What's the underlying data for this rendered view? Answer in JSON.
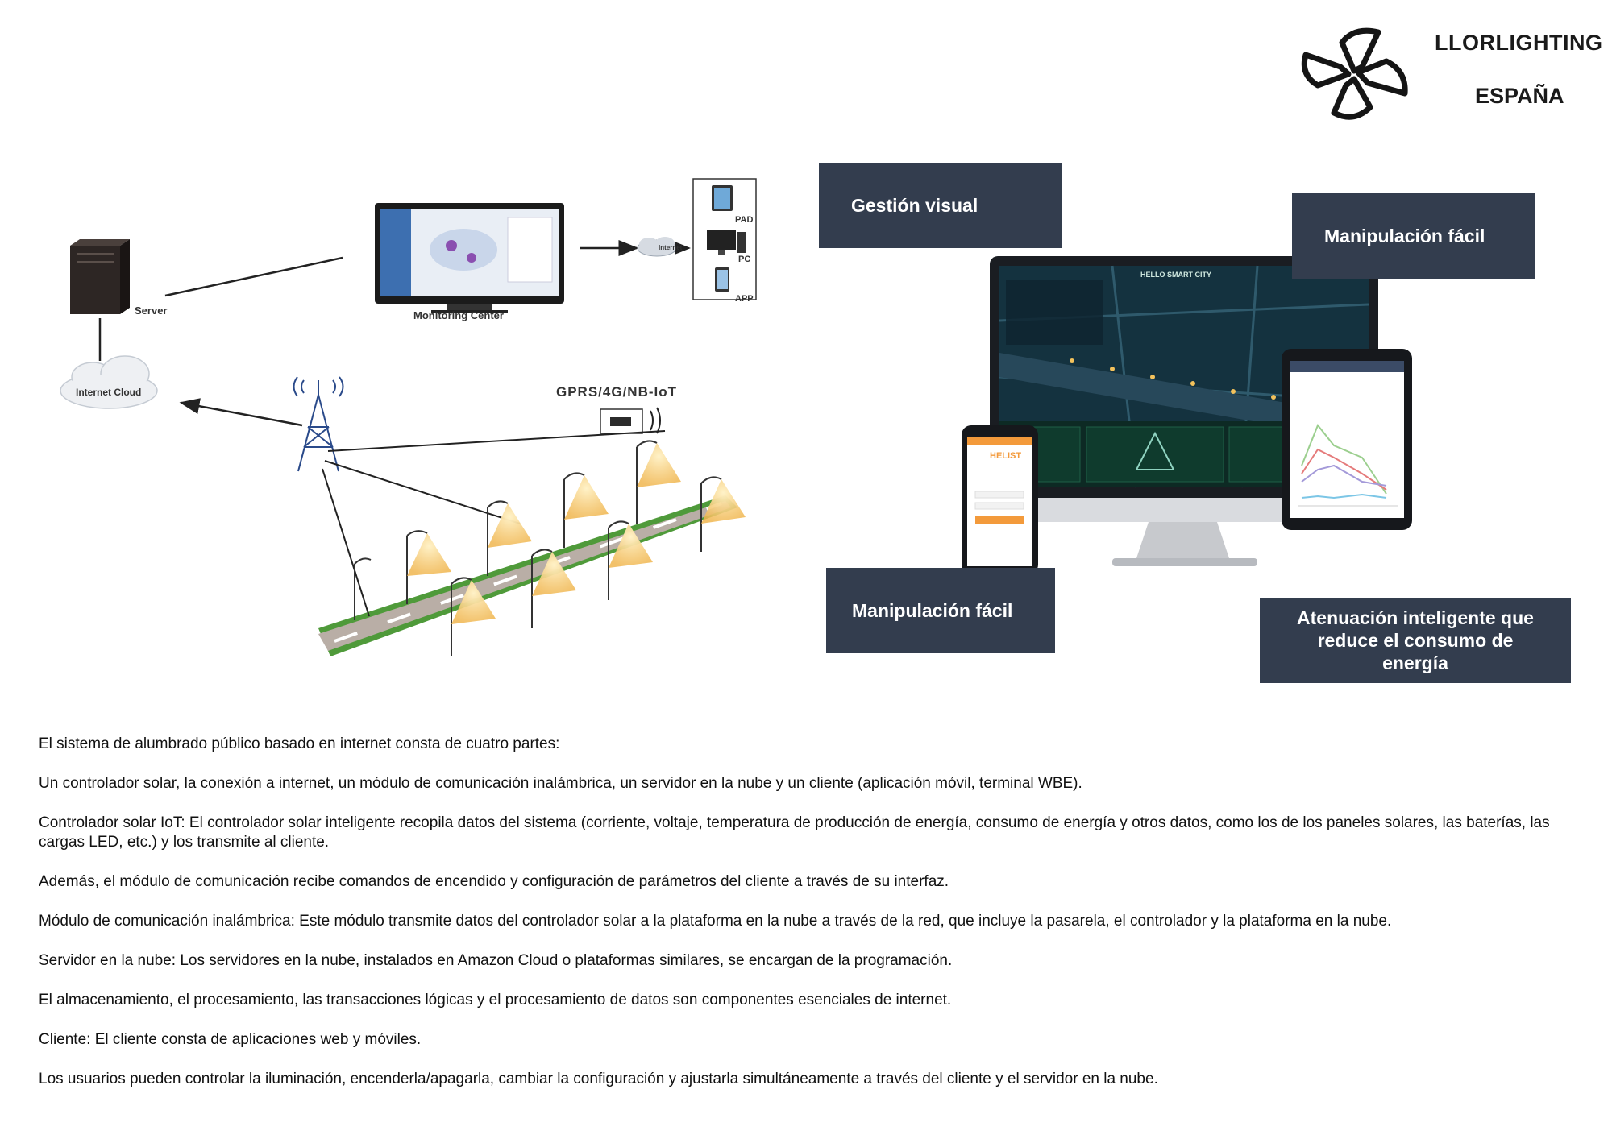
{
  "brand": {
    "name": "LLORLIGHTING",
    "subtitle": "ESPAÑA",
    "logo_icon": "propeller-logo-icon"
  },
  "diagram": {
    "server_label": "Server",
    "monitoring_label": "Monitoring Center",
    "internet_label": "Internet",
    "pad_label": "PAD",
    "pc_label": "PC",
    "app_label": "APP",
    "cloud_label": "Internet Cloud",
    "network_label": "GPRS/4G/NB-IoT"
  },
  "devices": {
    "monitor_title": "HELLO SMART CITY",
    "phone_brand": "HELIST"
  },
  "callouts": {
    "visual": "Gestión visual",
    "easy_top": "Manipulación fácil",
    "easy_bottom": "Manipulación fácil",
    "dimming": "Atenuación inteligente que reduce el consumo de energía"
  },
  "colors": {
    "callout_bg": "#333d4e",
    "lamp_glow": "#f3c25c",
    "road": "#b9aea6",
    "grass": "#4f9a3a"
  },
  "body": {
    "p1": "El sistema de alumbrado público basado en internet consta de cuatro partes:",
    "p2": "Un controlador solar, la conexión a internet, un módulo de comunicación inalámbrica, un servidor en la nube y un cliente (aplicación móvil, terminal WBE).",
    "p3": "Controlador solar IoT: El controlador solar inteligente recopila datos del sistema (corriente, voltaje, temperatura de producción de energía, consumo de energía y otros datos, como los de los paneles solares, las baterías, las cargas LED, etc.) y los transmite al cliente.",
    "p4": "Además, el módulo de comunicación recibe comandos de encendido y configuración de parámetros del cliente a través de su interfaz.",
    "p5": "Módulo de comunicación inalámbrica: Este módulo transmite datos del controlador solar a la plataforma en la nube a través de la red, que incluye la pasarela, el controlador y la plataforma en la nube.",
    "p6": "Servidor en la nube: Los servidores en la nube, instalados en Amazon Cloud o plataformas similares, se encargan de la programación.",
    "p7": "El almacenamiento, el procesamiento, las transacciones lógicas y el procesamiento de datos son componentes esenciales de internet.",
    "p8": "Cliente: El cliente consta de aplicaciones web y móviles.",
    "p9": "Los usuarios pueden controlar la iluminación, encenderla/apagarla, cambiar la configuración y ajustarla simultáneamente a través del cliente y el servidor en la nube."
  }
}
